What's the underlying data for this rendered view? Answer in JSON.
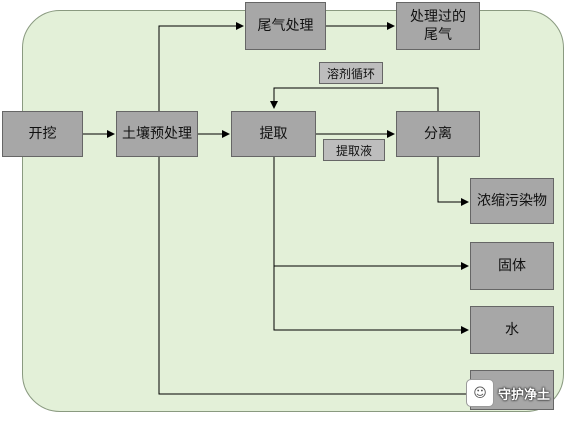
{
  "diagram": {
    "nodes": {
      "excavation": "开挖",
      "soil_pretreatment": "土壤预处理",
      "extraction": "提取",
      "separation": "分离",
      "off_gas_treatment": "尾气处理",
      "treated_off_gas": "处理过的\n尾气",
      "concentrated_contaminants": "浓缩污染物",
      "solids": "固体",
      "water": "水"
    },
    "edge_labels": {
      "solvent_recycle": "溶剂循环",
      "extract_liquid": "提取液"
    }
  },
  "watermark": {
    "icon": "wechat-icon",
    "text": "守护净土"
  },
  "colors": {
    "region_fill": "#e3f0d8",
    "node_fill": "#a7a7a7",
    "line": "#000000"
  }
}
